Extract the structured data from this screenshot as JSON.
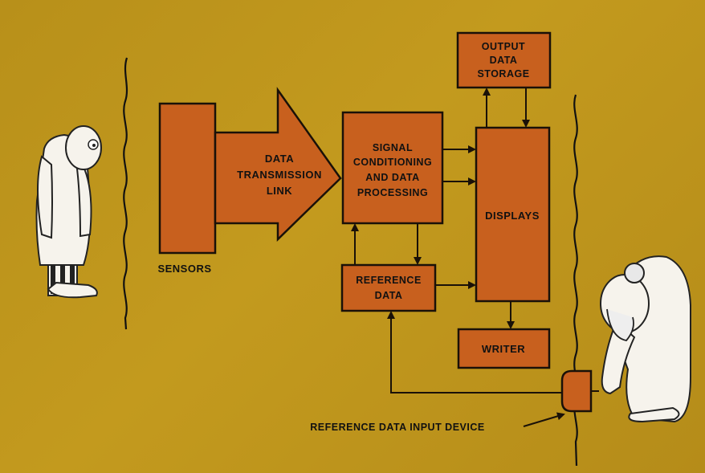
{
  "blocks": {
    "sensors": "SENSORS",
    "transmission": [
      "DATA",
      "TRANSMISSION",
      "LINK"
    ],
    "signal": [
      "SIGNAL",
      "CONDITIONING",
      "AND DATA",
      "PROCESSING"
    ],
    "storage": [
      "OUTPUT",
      "DATA",
      "STORAGE"
    ],
    "displays": "DISPLAYS",
    "reference": [
      "REFERENCE",
      "DATA"
    ],
    "writer": "WRITER"
  },
  "callout": "REFERENCE DATA INPUT DEVICE",
  "colors": {
    "background": "#c39a1e",
    "block_fill": "#c8601e",
    "outline": "#1a1108"
  }
}
